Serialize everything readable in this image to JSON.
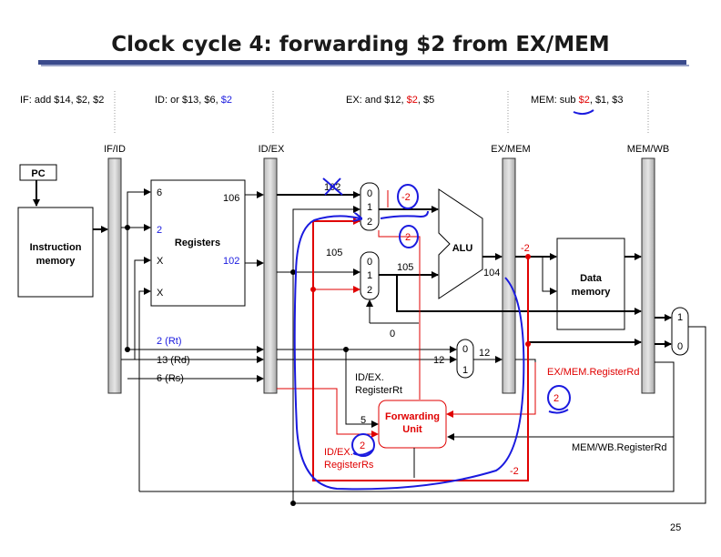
{
  "title": "Clock cycle 4: forwarding $2 from EX/MEM",
  "stages": {
    "if": "IF: add $14, $2, $2",
    "id_prefix": "ID: or $13, $6, ",
    "id_reg": "$2",
    "ex_prefix": "EX: and $12, ",
    "ex_reg": "$2",
    "ex_suffix": ", $5",
    "mem_prefix": "MEM: sub ",
    "mem_reg": "$2",
    "mem_suffix": ", $1, $3"
  },
  "pipe_regs": {
    "ifid": "IF/ID",
    "idex": "ID/EX",
    "exmem": "EX/MEM",
    "memwb": "MEM/WB"
  },
  "blocks": {
    "pc": "PC",
    "instr_mem_1": "Instruction",
    "instr_mem_2": "memory",
    "registers": "Registers",
    "alu": "ALU",
    "data_mem_1": "Data",
    "data_mem_2": "memory",
    "fwd_1": "Forwarding",
    "fwd_2": "Unit"
  },
  "values": {
    "rs_num": "6",
    "rt_num": "2",
    "x1": "X",
    "x2": "X",
    "read1": "106",
    "read2": "102",
    "stale": "102",
    "v105": "105",
    "v104": "104",
    "zero": "0",
    "v12": "12",
    "v5": "5"
  },
  "fields": {
    "rt": "2 (Rt)",
    "rd": "13 (Rd)",
    "rs": "6 (Rs)"
  },
  "mux_a": {
    "in0": "0",
    "in1": "1",
    "in2": "2"
  },
  "mux_b": {
    "in0": "0",
    "in1": "1",
    "in2": "2"
  },
  "wb_mux": {
    "in1": "1",
    "in0": "0"
  },
  "regdst_mux": {
    "in0": "0",
    "in1": "1"
  },
  "signals": {
    "memwb_rd": "MEM/WB.RegisterRd",
    "exmem_rd": "EX/MEM.RegisterRd",
    "idex_rt_1": "ID/EX.",
    "idex_rt_2": "RegisterRt",
    "idex_rs_1": "ID/EX.",
    "idex_rs_2": "RegisterRs"
  },
  "red": {
    "neg2": "-2",
    "two": "2"
  },
  "colors": {
    "accent": "#3a4a8c",
    "forward": "#e00000",
    "annotation": "#1a1adf"
  },
  "page_number": "25"
}
